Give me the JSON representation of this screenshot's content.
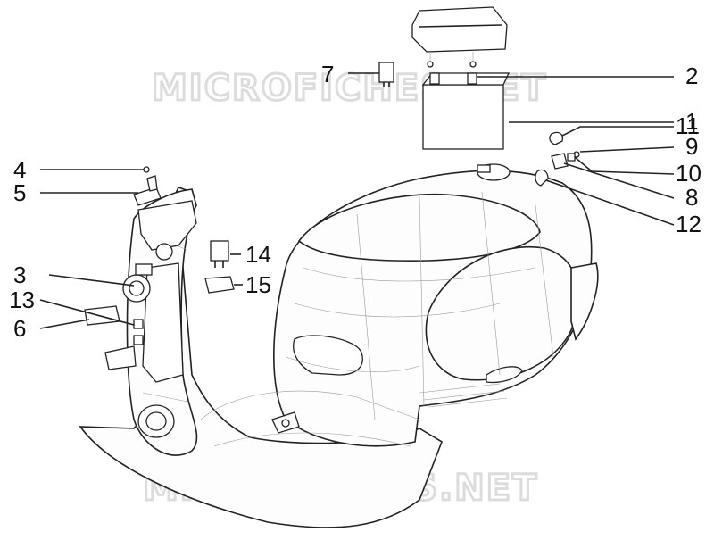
{
  "watermark": "MICROFICHES.NET",
  "callouts": [
    {
      "number": "1"
    },
    {
      "number": "2"
    },
    {
      "number": "3"
    },
    {
      "number": "4"
    },
    {
      "number": "5"
    },
    {
      "number": "6"
    },
    {
      "number": "7"
    },
    {
      "number": "8"
    },
    {
      "number": "9"
    },
    {
      "number": "10"
    },
    {
      "number": "11"
    },
    {
      "number": "12"
    },
    {
      "number": "13"
    },
    {
      "number": "14"
    },
    {
      "number": "15"
    }
  ]
}
